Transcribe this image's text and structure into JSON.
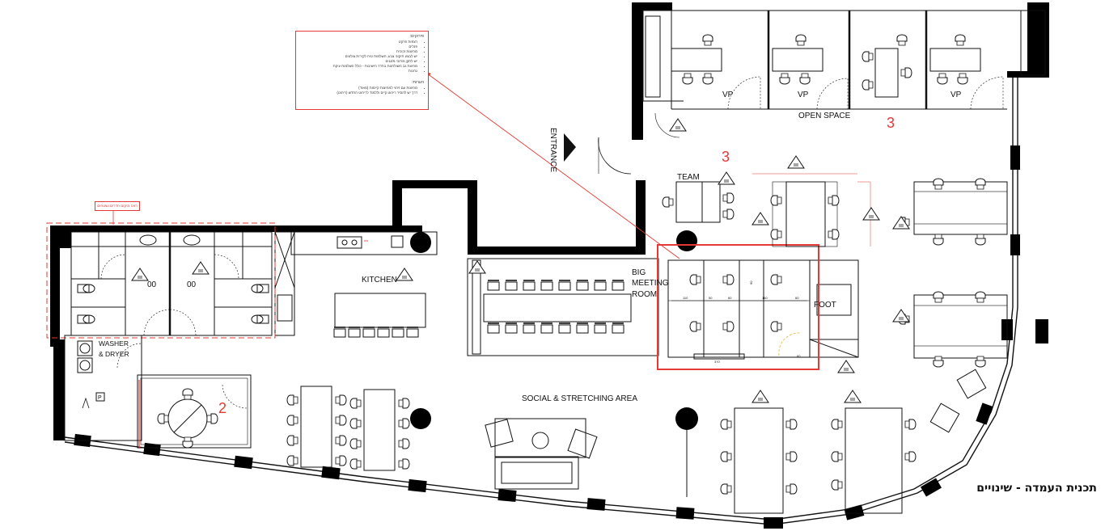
{
  "notes": {
    "heading_1": "פירוקים:",
    "items_1": [
      "רצפות פרקט",
      "פנלים",
      "מחיצות זכוכית",
      "יש לבצע תיקוני צבע, השלמות טיח לקירות צולעים",
      "יש לתקן מרזבי מזגנים",
      "מחיצת גב השולחנות בחדר הישיבות - כולל השלמות עיקת",
      "גרונות"
    ],
    "heading_2": "הערות:",
    "items_2": [
      "מחיצות עם זיהוי למחיצות קיימות (מאוד)",
      "דרך יש להסיר ריהוט קיים וללמוד לריהוט החדש (ריהוט)"
    ]
  },
  "legend_label": "ראה מיקום חדרים ושטחים",
  "labels": {
    "entrance": "ENTRANCE",
    "team": "TEAM",
    "open_space": "OPEN SPACE",
    "vp": "VP",
    "kitchen": "KITCHEN",
    "big": "BIG",
    "meeting": "MEETING",
    "room": "ROOM",
    "foot": "FOOT",
    "washer": "WASHER",
    "dryer": "& DRYER",
    "social": "SOCIAL & STRETCHING AREA",
    "wc": "00",
    "panel": "P"
  },
  "zones": {
    "zone_2": "2",
    "zone_3_top": "3",
    "zone_3_mid": "3"
  },
  "dims": {
    "d1": "110",
    "d2": "50",
    "d3": "60",
    "d4": "160",
    "d5": "60",
    "d6": "370",
    "d7": "60",
    "d8": "60"
  },
  "title": "תכנית העמדה - שינויים",
  "colors": {
    "wall": "#000000",
    "line": "#222222",
    "markup": "#e53935",
    "annotation": "#e53935"
  }
}
